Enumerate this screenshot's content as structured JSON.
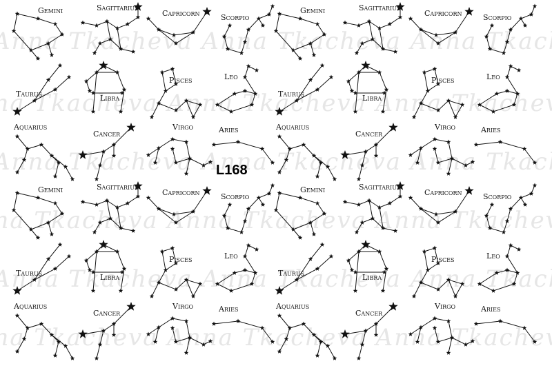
{
  "sheet_code": "L168",
  "watermark": "Anna Tkacheva",
  "rows": [
    [
      "Gemini",
      "Sagittarius",
      "Capricorn",
      "Scorpio",
      "Gemini",
      "Sagittarius",
      "Capricorn",
      "Scorpio"
    ],
    [
      "Taurus",
      "Libra",
      "Pisces",
      "Leo",
      "Taurus",
      "Libra",
      "Pisces",
      "Leo"
    ],
    [
      "Aquarius",
      "Cancer",
      "Virgo",
      "Aries",
      "Aquarius",
      "Cancer",
      "Virgo",
      "Aries"
    ],
    [
      "Gemini",
      "Sagittarius",
      "Capricorn",
      "Scorpio",
      "Gemini",
      "Sagittarius",
      "Capricorn",
      "Scorpio"
    ],
    [
      "Taurus",
      "Libra",
      "Pisces",
      "Leo",
      "Taurus",
      "Libra",
      "Pisces",
      "Leo"
    ],
    [
      "Aquarius",
      "Cancer",
      "Virgo",
      "Aries",
      "Aquarius",
      "Cancer",
      "Virgo",
      "Aries"
    ]
  ]
}
